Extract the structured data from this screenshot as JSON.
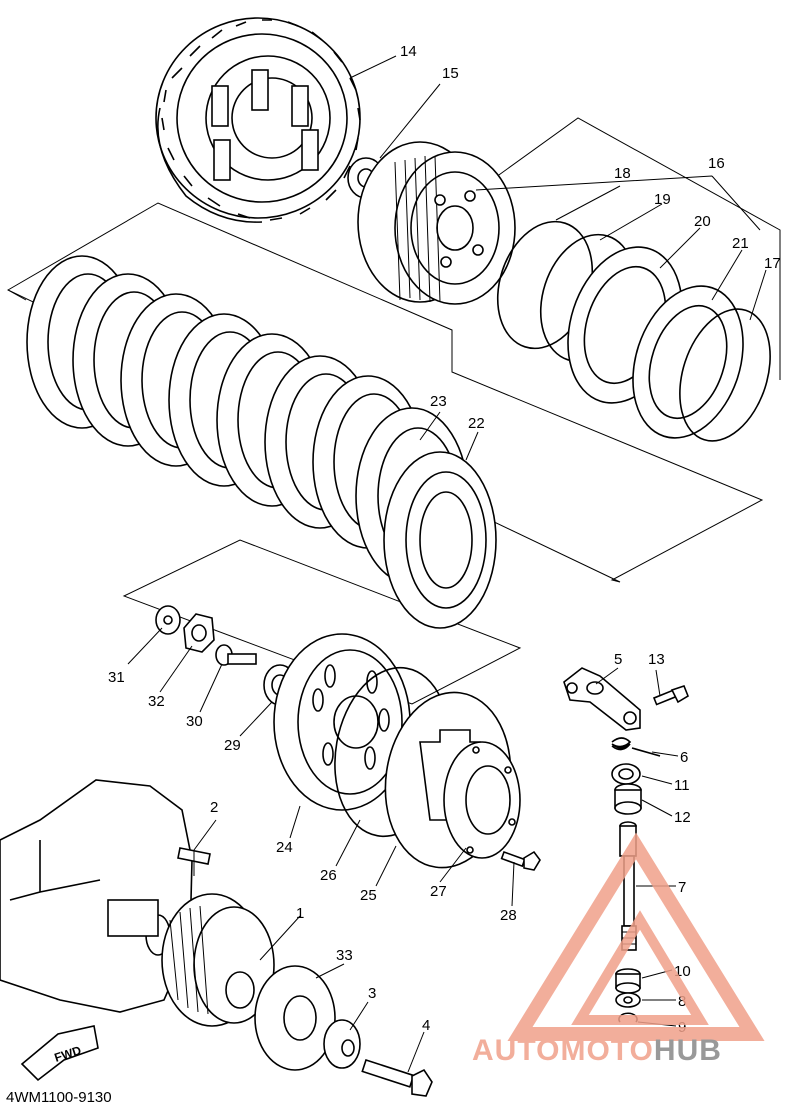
{
  "diagram": {
    "diagram_code": "4WM1100-9130",
    "fwd_label": "FWD",
    "watermark": {
      "part1": "AUTO",
      "part2": "MOTO",
      "part3": "HUB",
      "color_main": "#f0a08a",
      "color_hub": "#888888"
    },
    "callouts": [
      {
        "id": "c1",
        "text": "1"
      },
      {
        "id": "c2",
        "text": "2"
      },
      {
        "id": "c3",
        "text": "3"
      },
      {
        "id": "c4",
        "text": "4"
      },
      {
        "id": "c5",
        "text": "5"
      },
      {
        "id": "c6",
        "text": "6"
      },
      {
        "id": "c7",
        "text": "7"
      },
      {
        "id": "c8",
        "text": "8"
      },
      {
        "id": "c9",
        "text": "9"
      },
      {
        "id": "c10",
        "text": "10"
      },
      {
        "id": "c11",
        "text": "11"
      },
      {
        "id": "c12",
        "text": "12"
      },
      {
        "id": "c13",
        "text": "13"
      },
      {
        "id": "c14",
        "text": "14"
      },
      {
        "id": "c15",
        "text": "15"
      },
      {
        "id": "c16",
        "text": "16"
      },
      {
        "id": "c17",
        "text": "17"
      },
      {
        "id": "c18",
        "text": "18"
      },
      {
        "id": "c19",
        "text": "19"
      },
      {
        "id": "c20",
        "text": "20"
      },
      {
        "id": "c21",
        "text": "21"
      },
      {
        "id": "c22",
        "text": "22"
      },
      {
        "id": "c23",
        "text": "23"
      },
      {
        "id": "c24",
        "text": "24"
      },
      {
        "id": "c25",
        "text": "25"
      },
      {
        "id": "c26",
        "text": "26"
      },
      {
        "id": "c27",
        "text": "27"
      },
      {
        "id": "c28",
        "text": "28"
      },
      {
        "id": "c29",
        "text": "29"
      },
      {
        "id": "c30",
        "text": "30"
      },
      {
        "id": "c31",
        "text": "31"
      },
      {
        "id": "c32",
        "text": "32"
      },
      {
        "id": "c33",
        "text": "33"
      }
    ]
  }
}
